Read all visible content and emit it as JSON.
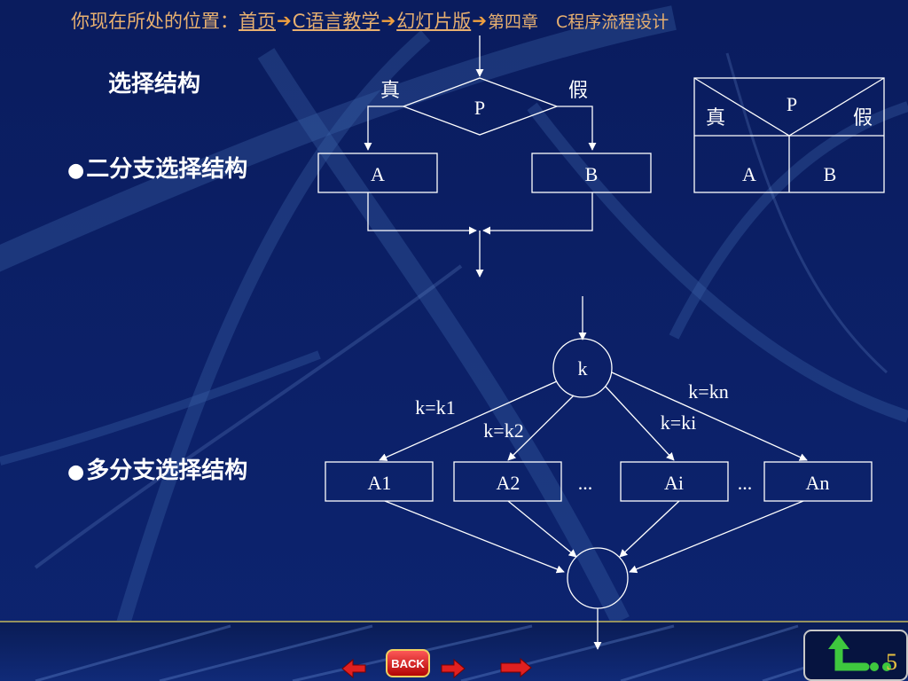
{
  "breadcrumb": {
    "prefix": "你现在所处的位置：",
    "home": "首页",
    "course": "C语言教学",
    "slides": "幻灯片版",
    "chapter": "第四章",
    "topic": "C程序流程设计"
  },
  "section": {
    "title": "选择结构",
    "binary": "二分支选择结构",
    "multi": "多分支选择结构"
  },
  "binary_flow": {
    "condition": "P",
    "true_label": "真",
    "false_label": "假",
    "true_box": "A",
    "false_box": "B"
  },
  "ns_chart": {
    "condition": "P",
    "true_label": "真",
    "false_label": "假",
    "true_box": "A",
    "false_box": "B"
  },
  "multi_flow": {
    "selector": "k",
    "edge_labels": {
      "k1": "k=k1",
      "k2": "k=k2",
      "ki": "k=ki",
      "kn": "k=kn"
    },
    "boxes": [
      "A1",
      "A2",
      "Ai",
      "An"
    ],
    "ellipsis": "..."
  },
  "footer": {
    "back_label": "BACK",
    "page_number": "5"
  },
  "colors": {
    "background": "#0b1f63",
    "breadcrumb": "#e8b070",
    "nav_red": "#e02020",
    "page_number": "#e6c040"
  },
  "icons": [
    "arrow-left-icon",
    "arrow-right-icon",
    "arrow-forward-icon",
    "return-icon"
  ]
}
